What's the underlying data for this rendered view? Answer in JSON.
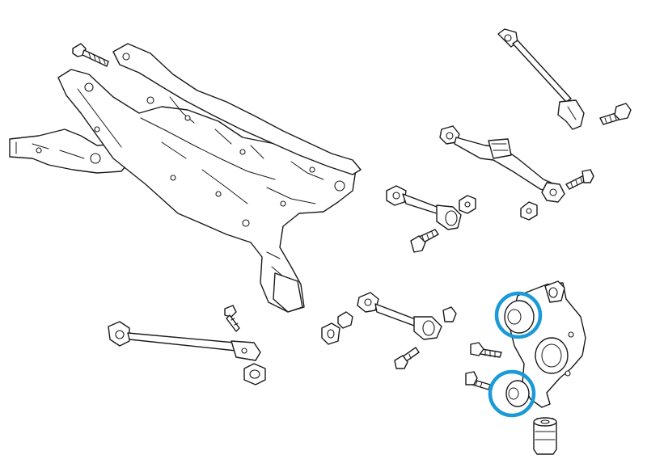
{
  "diagram": {
    "highlight_color": "#1a9ad6",
    "line_color": "#1a1a1a",
    "background": "#ffffff",
    "parts": [
      "rear-subframe",
      "subframe-bolt",
      "upper-control-arm",
      "upper-arm-bolt",
      "toe-control-link",
      "toe-link-bolt",
      "lateral-link",
      "lateral-link-bolt",
      "lower-link",
      "lower-link-bolt",
      "trailing-arm",
      "trailing-arm-bolt",
      "knuckle",
      "knuckle-upper-bushing",
      "knuckle-lower-bushing",
      "separate-bushing"
    ],
    "highlighted_parts": [
      "knuckle-upper-bushing",
      "knuckle-lower-bushing"
    ]
  }
}
